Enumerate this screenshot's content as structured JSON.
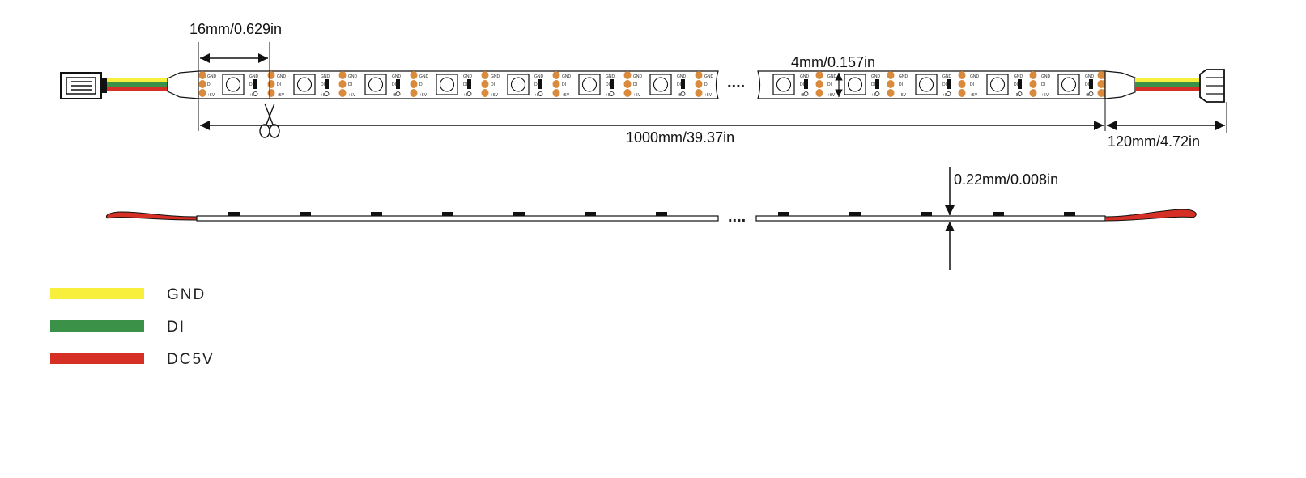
{
  "dimensions": {
    "segment": "16mm/0.629in",
    "pixel_pitch": "4mm/0.157in",
    "length": "1000mm/39.37in",
    "cable": "120mm/4.72in",
    "thickness": "0.22mm/0.008in"
  },
  "pad_labels": {
    "gnd": "GND",
    "di": "DI",
    "vcc": "+5V"
  },
  "ellipsis": "....",
  "legend": [
    {
      "label": "GND",
      "color": "#f8ee3c"
    },
    {
      "label": "DI",
      "color": "#3a9147"
    },
    {
      "label": "DC5V",
      "color": "#d63026"
    }
  ],
  "colors": {
    "pad": "#d98a3d",
    "wire_yellow": "#f8ee3c",
    "wire_green": "#3a9147",
    "wire_red": "#d63026",
    "line": "#111111"
  },
  "icons": [
    "scissors-icon",
    "connector-male-icon",
    "connector-female-icon"
  ]
}
